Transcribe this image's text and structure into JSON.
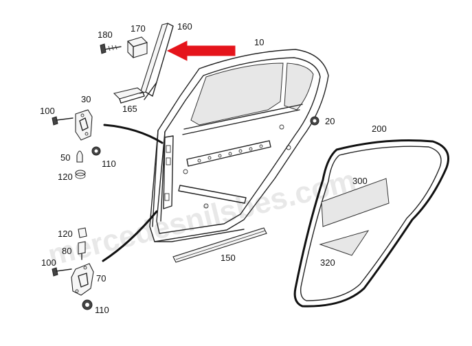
{
  "watermark": "mercedesnilsbes.com",
  "arrow_color": "#e5141b",
  "callouts": {
    "c10": "10",
    "c20": "20",
    "c30": "30",
    "c50": "50",
    "c70": "70",
    "c80": "80",
    "c100_top": "100",
    "c100_bottom": "100",
    "c110_top": "110",
    "c110_bottom": "110",
    "c120_top": "120",
    "c120_bottom": "120",
    "c150": "150",
    "c160": "160",
    "c165": "165",
    "c170": "170",
    "c180": "180",
    "c200": "200",
    "c300": "300",
    "c320": "320"
  }
}
